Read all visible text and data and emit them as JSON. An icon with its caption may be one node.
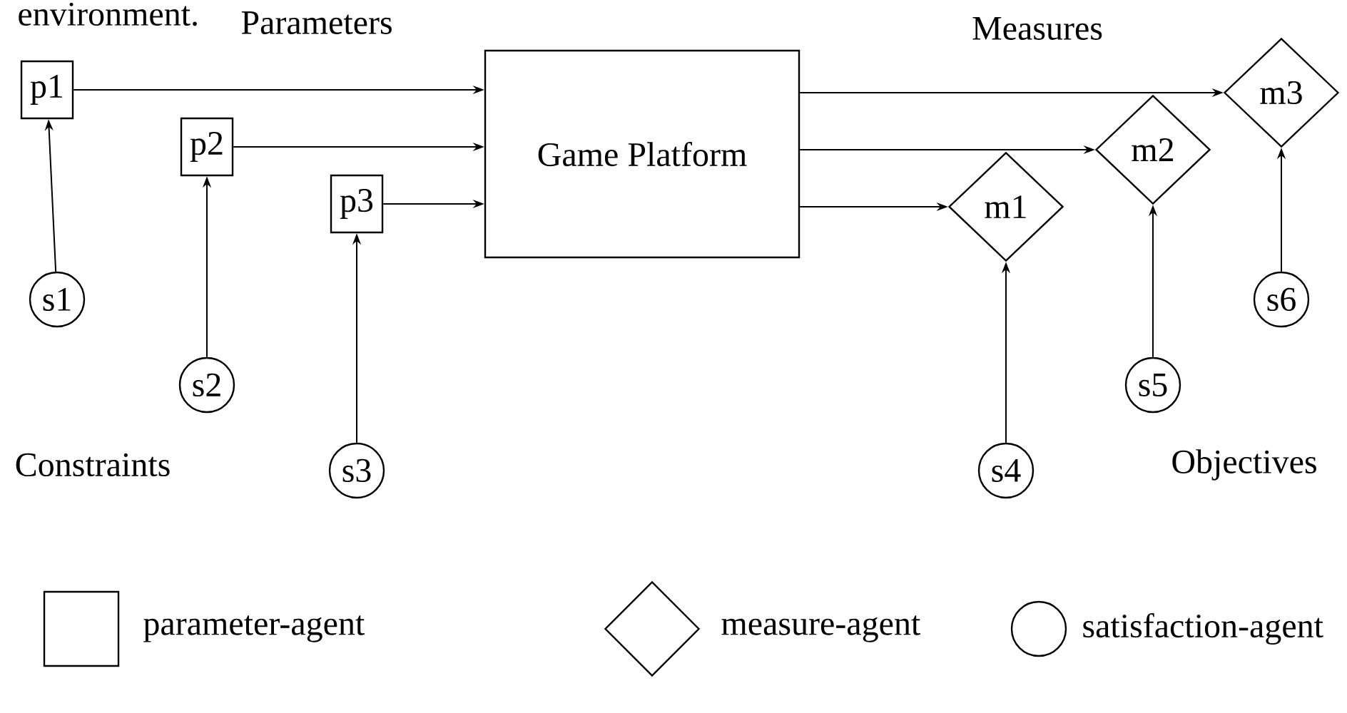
{
  "diagram": {
    "nodes": [
      {
        "text": [
          "Game Platform"
        ]
      },
      {
        "text": [
          "p1"
        ]
      },
      {
        "text": [
          "p2"
        ]
      },
      {
        "text": [
          "p3"
        ]
      },
      {
        "text": [
          "m1"
        ]
      },
      {
        "text": [
          "m2"
        ]
      },
      {
        "text": [
          "m3"
        ]
      },
      {
        "text": [
          "s1"
        ]
      },
      {
        "text": [
          "s2"
        ]
      },
      {
        "text": [
          "s3"
        ]
      },
      {
        "text": [
          "s4"
        ]
      },
      {
        "text": [
          "s5"
        ]
      },
      {
        "text": [
          "s6"
        ]
      }
    ],
    "edges": [
      {
        "from": 1,
        "to": 0,
        "arrow": "to"
      },
      {
        "from": 2,
        "to": 0,
        "arrow": "to"
      },
      {
        "from": 3,
        "to": 0,
        "arrow": "to"
      },
      {
        "from": 0,
        "to": 6,
        "arrow": "to"
      },
      {
        "from": 0,
        "to": 5,
        "arrow": "to"
      },
      {
        "from": 0,
        "to": 4,
        "arrow": "to"
      },
      {
        "from": 7,
        "to": 1,
        "arrow": "to"
      },
      {
        "from": 8,
        "to": 2,
        "arrow": "to"
      },
      {
        "from": 9,
        "to": 3,
        "arrow": "to"
      },
      {
        "from": 10,
        "to": 4,
        "arrow": "to"
      },
      {
        "from": 11,
        "to": 5,
        "arrow": "to"
      },
      {
        "from": 12,
        "to": 6,
        "arrow": "to"
      }
    ],
    "labels": [
      "environment.",
      "Parameters",
      "Measures",
      "Constraints",
      "Objectives"
    ],
    "legend": [
      {
        "text": "parameter-agent"
      },
      {
        "text": "measure-agent"
      },
      {
        "text": "satisfaction-agent"
      }
    ]
  }
}
